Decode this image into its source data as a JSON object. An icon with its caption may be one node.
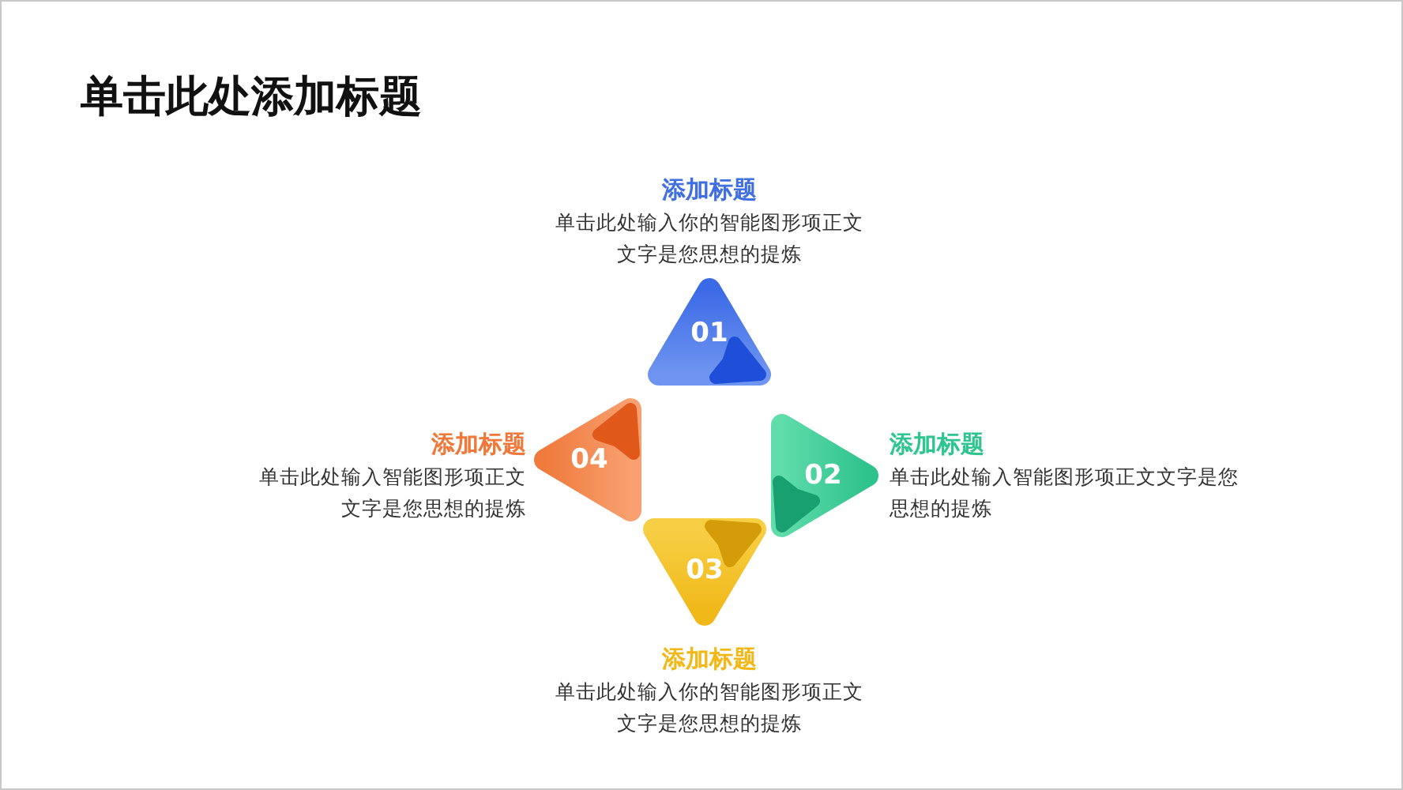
{
  "diagram": {
    "title": "单击此处添加标题",
    "nodes": [
      {
        "text": [
          "01"
        ],
        "beside": [
          "添加标题",
          "单击此处输入你的智能图形项正文文字是您思想的提炼"
        ]
      },
      {
        "text": [
          "02"
        ],
        "beside": [
          "添加标题",
          "单击此处输入智能图形项正文文字是您思想的提炼"
        ]
      },
      {
        "text": [
          "03"
        ],
        "beside": [
          "添加标题",
          "单击此处输入你的智能图形项正文文字是您思想的提炼"
        ]
      },
      {
        "text": [
          "04"
        ],
        "beside": [
          "添加标题",
          "单击此处输入智能图形项正文文字是您思想的提炼"
        ]
      }
    ]
  }
}
